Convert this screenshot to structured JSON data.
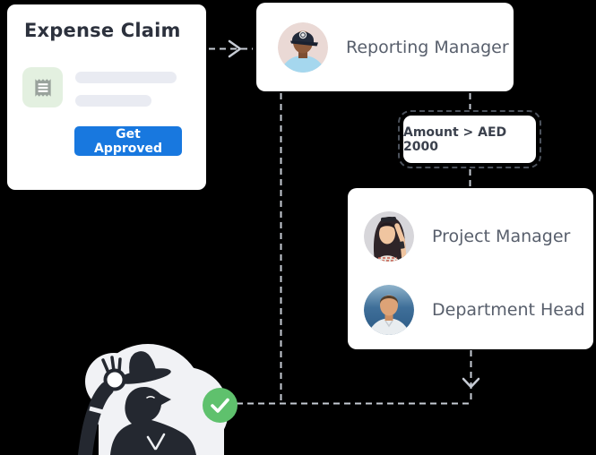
{
  "scene": {
    "background_color": "#000000",
    "connector_color": "#c6cbd4"
  },
  "expense_card": {
    "title": "Expense Claim",
    "attachment_icon": "receipt-icon",
    "attachment_icon_bg": "#e3f0e0",
    "placeholder_bar_color": "#e9ebf2",
    "button": {
      "label": "Get Approved",
      "color": "#1878df"
    }
  },
  "reporting_manager_card": {
    "label": "Reporting Manager",
    "avatar": "reporting-manager-avatar"
  },
  "condition_badge": {
    "label": "Amount > AED 2000"
  },
  "approvers_card": {
    "rows": [
      {
        "label": "Project Manager",
        "avatar": "project-manager-avatar"
      },
      {
        "label": "Department Head",
        "avatar": "department-head-avatar"
      }
    ]
  },
  "approval_status": {
    "icon": "check-icon",
    "color": "#5fc16d"
  },
  "illustration": {
    "name": "person-tipping-hat-illustration"
  }
}
